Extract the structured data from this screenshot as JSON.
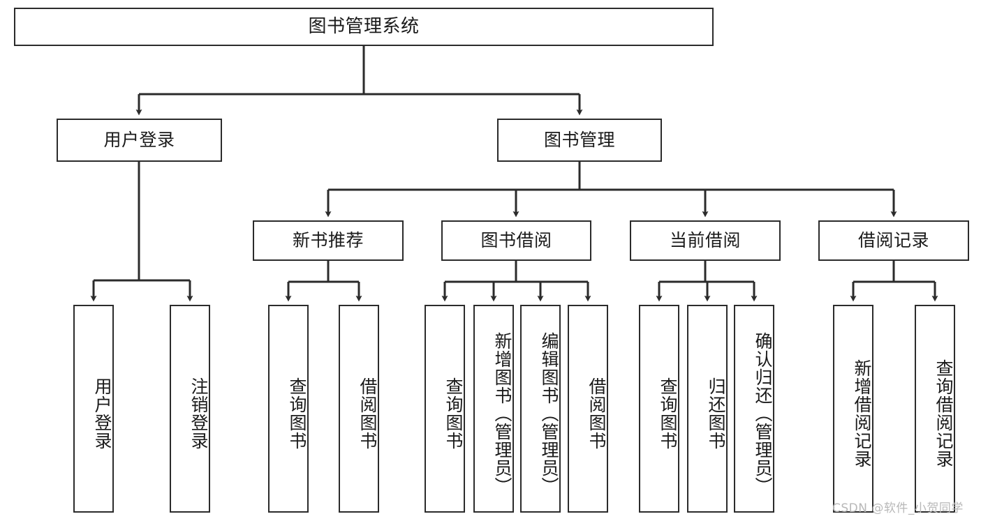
{
  "diagram": {
    "type": "hierarchy-tree",
    "title": "图书管理系统",
    "root": {
      "label": "图书管理系统"
    },
    "level1": [
      {
        "label": "用户登录"
      },
      {
        "label": "图书管理"
      }
    ],
    "level2": [
      {
        "label": "新书推荐"
      },
      {
        "label": "图书借阅"
      },
      {
        "label": "当前借阅"
      },
      {
        "label": "借阅记录"
      }
    ],
    "leaves": {
      "user_login": [
        {
          "label": "用户登录"
        },
        {
          "label": "注销登录"
        }
      ],
      "new_book_recommend": [
        {
          "label": "查询图书"
        },
        {
          "label": "借阅图书"
        }
      ],
      "book_borrow": [
        {
          "label": "查询图书"
        },
        {
          "label": "新增图书（管理员）"
        },
        {
          "label": "编辑图书（管理员）"
        },
        {
          "label": "借阅图书"
        }
      ],
      "current_borrow": [
        {
          "label": "查询图书"
        },
        {
          "label": "归还图书"
        },
        {
          "label": "确认归还（管理员）"
        }
      ],
      "borrow_record": [
        {
          "label": "新增借阅记录"
        },
        {
          "label": "查询借阅记录"
        }
      ]
    }
  },
  "watermark": {
    "text": "CSDN @软件_小贺同学"
  },
  "colors": {
    "stroke": "#2b2b2b",
    "background": "#ffffff",
    "text": "#1a1a1a",
    "watermark": "#b8b8b8"
  }
}
